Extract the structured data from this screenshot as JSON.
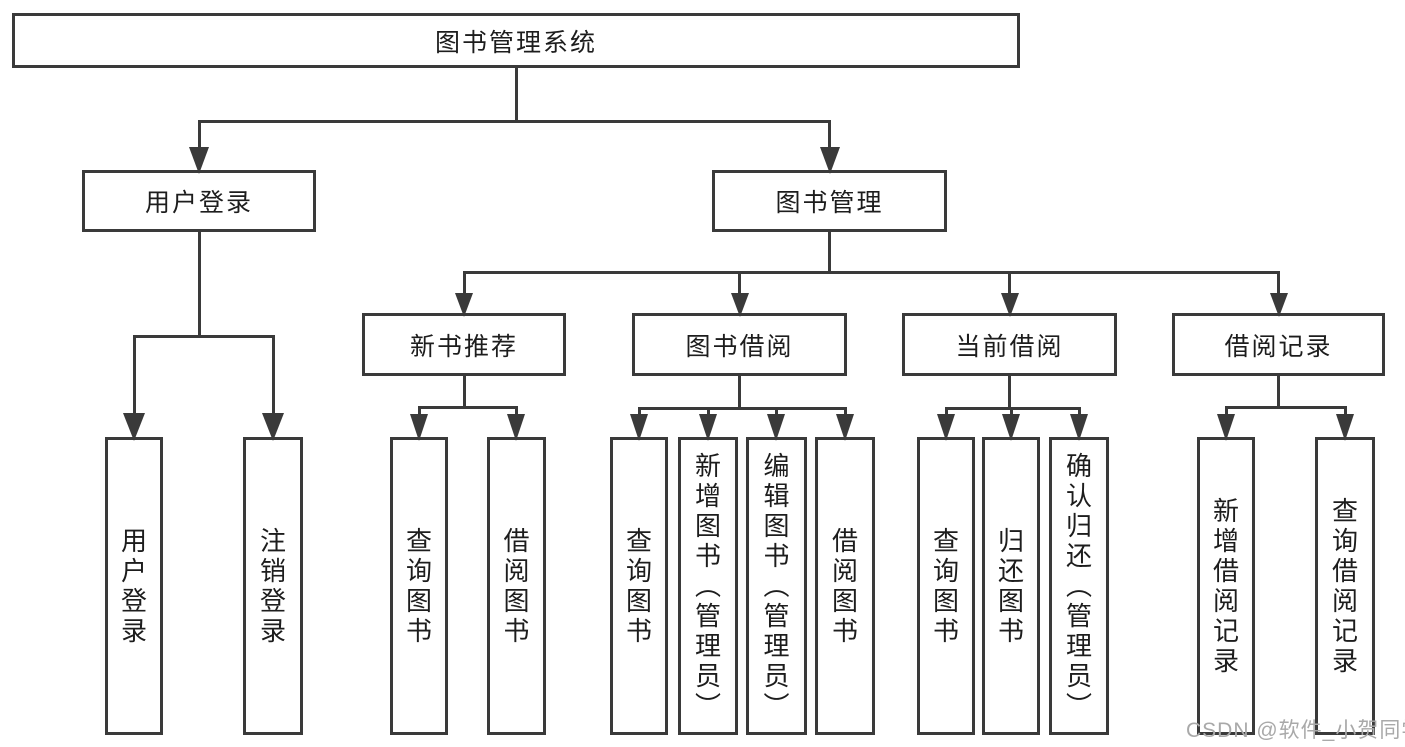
{
  "diagram": {
    "type": "tree",
    "title": "图书管理系统",
    "nodes": [
      {
        "id": "root",
        "label": "图书管理系统",
        "children": [
          "user_login",
          "book_mgmt"
        ]
      },
      {
        "id": "user_login",
        "label": "用户登录",
        "children": [
          "login",
          "logout"
        ]
      },
      {
        "id": "book_mgmt",
        "label": "图书管理",
        "children": [
          "new_rec",
          "borrow",
          "current",
          "records"
        ]
      },
      {
        "id": "new_rec",
        "label": "新书推荐",
        "children": [
          "nr_query",
          "nr_borrow"
        ]
      },
      {
        "id": "borrow",
        "label": "图书借阅",
        "children": [
          "b_query",
          "b_add",
          "b_edit",
          "b_borrow"
        ]
      },
      {
        "id": "current",
        "label": "当前借阅",
        "children": [
          "c_query",
          "c_return",
          "c_confirm"
        ]
      },
      {
        "id": "records",
        "label": "借阅记录",
        "children": [
          "r_add",
          "r_query"
        ]
      },
      {
        "id": "login",
        "label": "用户登录"
      },
      {
        "id": "logout",
        "label": "注销登录"
      },
      {
        "id": "nr_query",
        "label": "查询图书"
      },
      {
        "id": "nr_borrow",
        "label": "借阅图书"
      },
      {
        "id": "b_query",
        "label": "查询图书"
      },
      {
        "id": "b_add",
        "label": "新增图书（管理员）"
      },
      {
        "id": "b_edit",
        "label": "编辑图书（管理员）"
      },
      {
        "id": "b_borrow",
        "label": "借阅图书"
      },
      {
        "id": "c_query",
        "label": "查询图书"
      },
      {
        "id": "c_return",
        "label": "归还图书"
      },
      {
        "id": "c_confirm",
        "label": "确认归还（管理员）"
      },
      {
        "id": "r_add",
        "label": "新增借阅记录"
      },
      {
        "id": "r_query",
        "label": "查询借阅记录"
      }
    ]
  },
  "watermark": {
    "text": "CSDN @软件_小贺同学"
  },
  "colors": {
    "line": "#3a3a3a",
    "box_border": "#3a3a3a",
    "box_fill": "#ffffff",
    "text": "#1d1d1d",
    "watermark": "#a9a9a9",
    "background": "#ffffff"
  }
}
